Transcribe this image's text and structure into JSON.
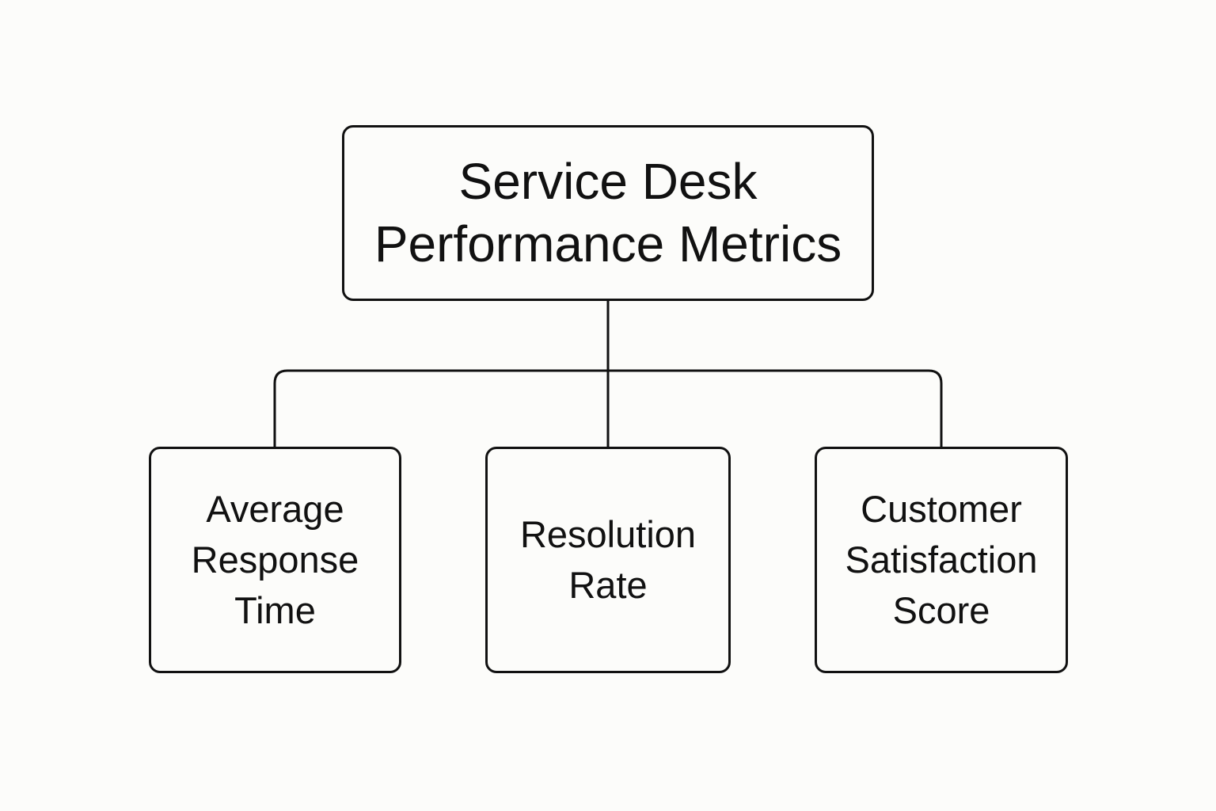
{
  "diagram": {
    "root": {
      "label": "Service Desk\nPerformance Metrics"
    },
    "children": [
      {
        "label": "Average\nResponse\nTime"
      },
      {
        "label": "Resolution\nRate"
      },
      {
        "label": "Customer\nSatisfaction\nScore"
      }
    ]
  },
  "colors": {
    "background": "#fcfcfa",
    "stroke": "#111111",
    "text": "#111111"
  }
}
